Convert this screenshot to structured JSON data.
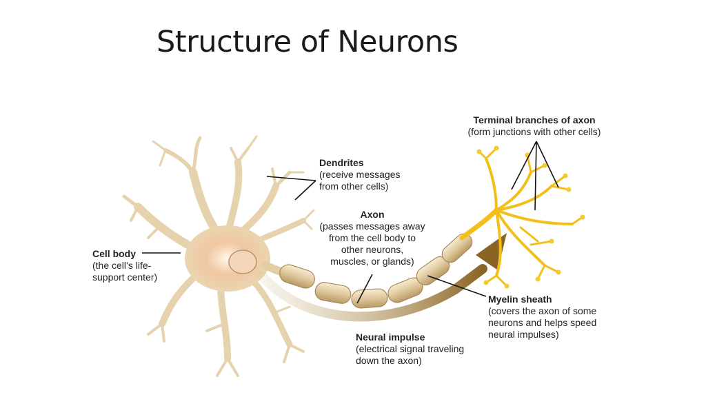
{
  "slide": {
    "title": "Structure of Neurons"
  },
  "labels": {
    "dendrites": {
      "name": "Dendrites",
      "desc": "(receive messages\nfrom other cells)"
    },
    "axon": {
      "name": "Axon",
      "desc": "(passes messages away\nfrom the cell body to\nother neurons,\nmuscles, or glands)"
    },
    "cell_body": {
      "name": "Cell body",
      "desc": "(the cell’s life-\nsupport center)"
    },
    "terminal_branches": {
      "name": "Terminal branches of axon",
      "desc": "(form junctions with other cells)"
    },
    "myelin_sheath": {
      "name": "Myelin sheath",
      "desc": "(covers the axon of some\nneurons and helps speed\nneural impulses)"
    },
    "neural_impulse": {
      "name": "Neural impulse",
      "desc": "(electrical signal traveling\ndown the axon)"
    }
  },
  "colors": {
    "dendrite": "#ead7b4",
    "soma": "#e9b58f",
    "myelin": "#e3cfa6",
    "terminal": "#f3c21e",
    "impulse_arrow": "#9a7430",
    "leader_line": "#111111"
  }
}
